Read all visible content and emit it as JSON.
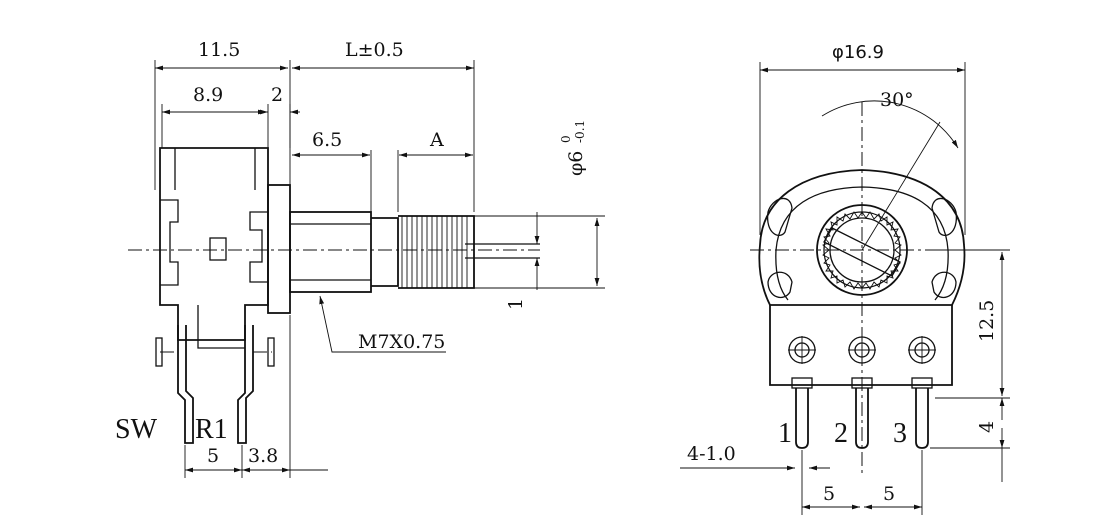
{
  "side_view": {
    "dim_body_width": "11.5",
    "dim_shaft_length": "L±0.5",
    "dim_inner_width": "8.9",
    "dim_flange": "2",
    "dim_bushing": "6.5",
    "dim_knurl": "A",
    "dim_shaft_dia": "φ6",
    "dim_shaft_tol_upper": "0",
    "dim_shaft_tol_lower": "-0.1",
    "dim_flat": "1",
    "thread_label": "M7X0.75",
    "label_sw": "SW",
    "label_r1": "R1",
    "dim_pin_pitch": "5",
    "dim_pin_offset": "3.8"
  },
  "front_view": {
    "dim_body_dia": "φ16.9",
    "dim_angle": "30°",
    "dim_height": "12.5",
    "dim_pin_length": "4",
    "dim_pin_spec": "4-1.0",
    "pin_1": "1",
    "pin_2": "2",
    "pin_3": "3",
    "dim_pitch_a": "5",
    "dim_pitch_b": "5"
  }
}
